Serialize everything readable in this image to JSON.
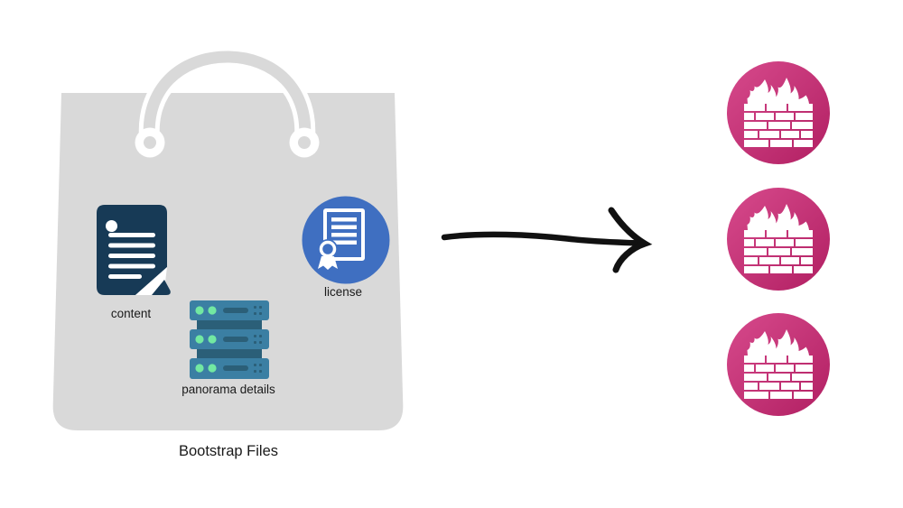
{
  "diagram": {
    "title_label": "Bootstrap Files",
    "bag": {
      "label": "Bootstrap Files",
      "items": [
        {
          "id": "content",
          "label": "content",
          "icon": "document-icon"
        },
        {
          "id": "panorama-details",
          "label": "panorama details",
          "icon": "server-stack-icon"
        },
        {
          "id": "license",
          "label": "license",
          "icon": "certificate-icon"
        }
      ]
    },
    "arrow": {
      "direction": "right",
      "style": "hand-drawn"
    },
    "targets": {
      "icon": "firewall-icon",
      "count": 3
    }
  },
  "colors": {
    "background": "#ffffff",
    "bag_gray": "#d9d9d9",
    "handle_outline": "#ffffff",
    "document_navy": "#173a56",
    "server_body": "#3b7fa3",
    "server_dark": "#2b5f78",
    "server_green": "#72e8a2",
    "license_blue": "#3f6fc1",
    "arrow_black": "#111111",
    "firewall_light": "#d74a8c",
    "firewall_dark": "#b11f62",
    "text": "#1a1a1a"
  }
}
